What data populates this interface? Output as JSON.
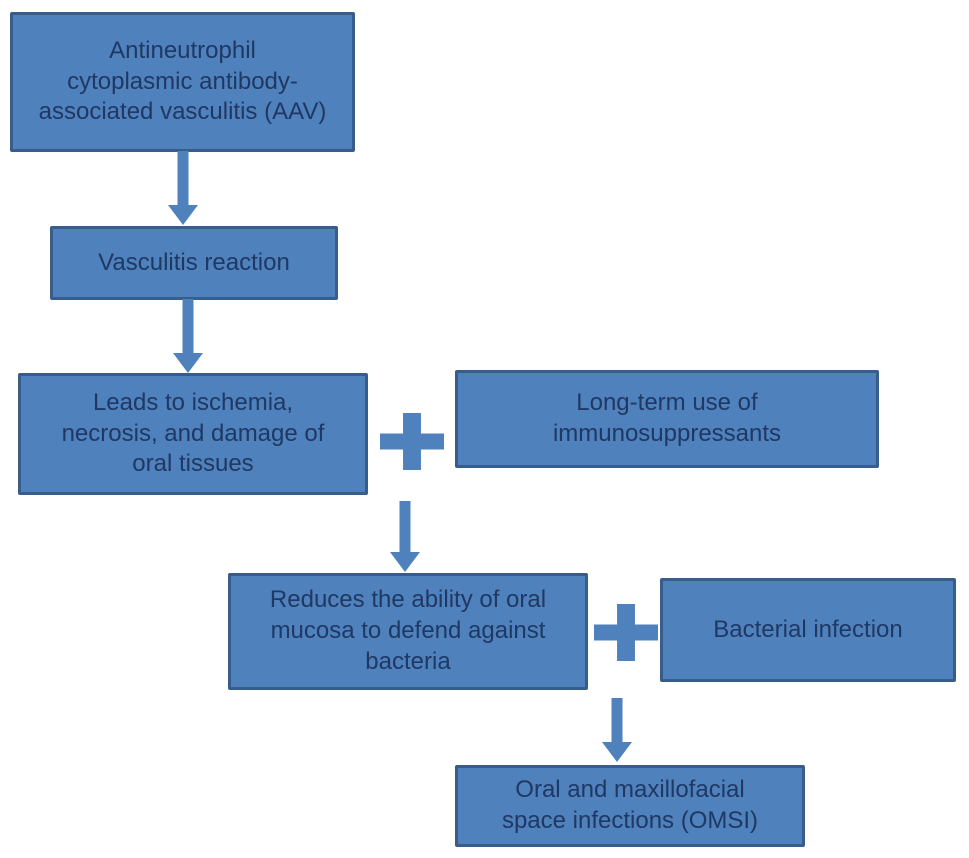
{
  "flowchart": {
    "boxes": [
      {
        "id": "aav",
        "label": "Antineutrophil\ncytoplasmic antibody-\nassociated vasculitis (AAV)"
      },
      {
        "id": "vasculitis-reaction",
        "label": "Vasculitis reaction"
      },
      {
        "id": "ischemia",
        "label": "Leads to ischemia,\nnecrosis, and damage of\noral tissues"
      },
      {
        "id": "immunosuppressants",
        "label": "Long-term use of\nimmunosuppressants"
      },
      {
        "id": "mucosa-defense",
        "label": "Reduces the ability of oral\nmucosa to defend against\nbacteria"
      },
      {
        "id": "bacterial-infection",
        "label": "Bacterial infection"
      },
      {
        "id": "omsi",
        "label": "Oral and maxillofacial\nspace infections (OMSI)"
      }
    ],
    "connections": [
      {
        "from": "aav",
        "to": "vasculitis-reaction",
        "type": "arrow"
      },
      {
        "from": "vasculitis-reaction",
        "to": "ischemia",
        "type": "arrow"
      },
      {
        "from": "ischemia",
        "plus": "immunosuppressants",
        "to": "mucosa-defense",
        "type": "arrow"
      },
      {
        "from": "mucosa-defense",
        "plus": "bacterial-infection",
        "to": "omsi",
        "type": "arrow"
      }
    ],
    "colors": {
      "box_fill": "#4f81bd",
      "box_border": "#385d8a",
      "text": "#1f3864",
      "arrow": "#4f81bd",
      "plus": "#4f81bd",
      "background": "#ffffff"
    }
  }
}
